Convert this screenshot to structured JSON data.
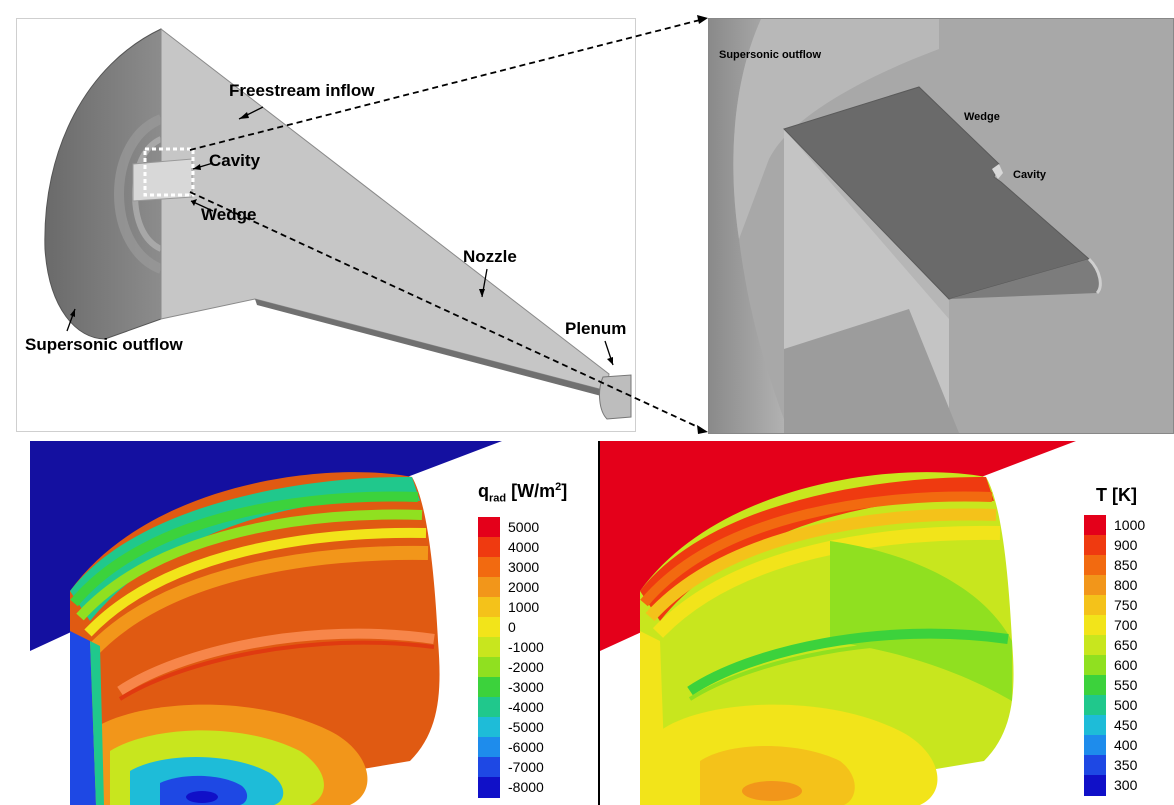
{
  "overview": {
    "labels": {
      "freestream_inflow": "Freestream inflow",
      "cavity": "Cavity",
      "wedge": "Wedge",
      "nozzle": "Nozzle",
      "plenum": "Plenum",
      "supersonic_outflow": "Supersonic outflow"
    }
  },
  "zoom": {
    "labels": {
      "supersonic_outflow": "Supersonic outflow",
      "wedge": "Wedge",
      "cavity": "Cavity"
    }
  },
  "qrad_legend": {
    "title_main": "q",
    "title_sub": "rad",
    "title_units": "[W/m",
    "title_sup": "2",
    "title_close": "]",
    "levels": [
      "5000",
      "4000",
      "3000",
      "2000",
      "1000",
      "0",
      "-1000",
      "-2000",
      "-3000",
      "-4000",
      "-5000",
      "-6000",
      "-7000",
      "-8000"
    ],
    "colors": [
      "#e4001a",
      "#ef3a10",
      "#f26a10",
      "#f2961a",
      "#f4c21a",
      "#f2e41a",
      "#c8e61e",
      "#90e020",
      "#3cd23c",
      "#20c88c",
      "#1ebcd8",
      "#1e8cec",
      "#1e48e4",
      "#1010c8"
    ]
  },
  "temp_legend": {
    "title": "T [K]",
    "levels": [
      "1000",
      "900",
      "850",
      "800",
      "750",
      "700",
      "650",
      "600",
      "550",
      "500",
      "450",
      "400",
      "350",
      "300"
    ],
    "colors": [
      "#e4001a",
      "#ef3a10",
      "#f26a10",
      "#f2961a",
      "#f4c21a",
      "#f2e41a",
      "#c8e61e",
      "#90e020",
      "#3cd23c",
      "#20c88c",
      "#1ebcd8",
      "#1e8cec",
      "#1e48e4",
      "#1010c8"
    ]
  }
}
